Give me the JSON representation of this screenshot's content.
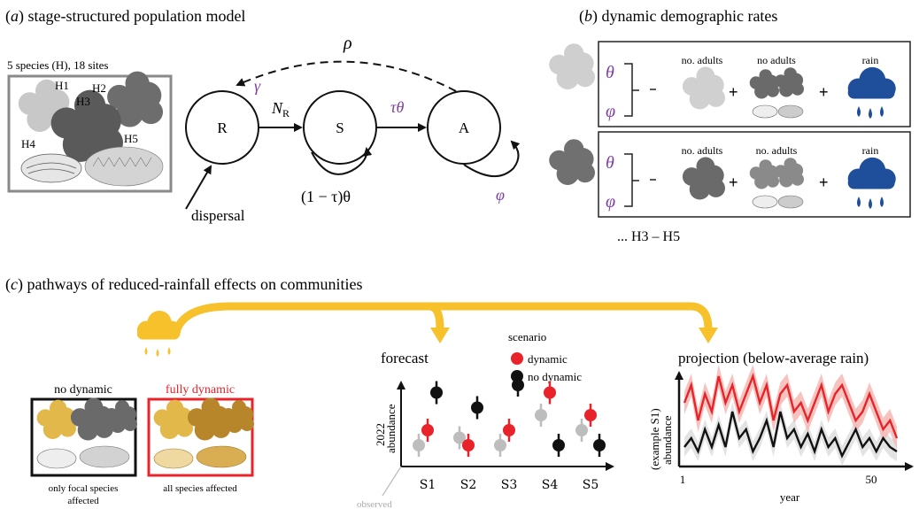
{
  "panel_a": {
    "title_letter": "a",
    "title_text": " stage-structured population model",
    "species_label": "5 species (H), 18 sites",
    "species_tags": [
      "H1",
      "H2",
      "H3",
      "H4",
      "H5"
    ],
    "states": [
      "R",
      "S",
      "A"
    ],
    "rho": "ρ",
    "gamma": "γ",
    "nr_main": "N",
    "nr_sub": "R",
    "tau_theta": "τθ",
    "one_minus_tau_theta": "(1 − τ)θ",
    "phi": "φ",
    "dispersal": "dispersal"
  },
  "panel_b": {
    "title_letter": "b",
    "title_text": " dynamic demographic rates",
    "rows": [
      {
        "theta": "θ",
        "phi": "φ",
        "col1": "no. adults",
        "col2": "no adults",
        "col3": "rain"
      },
      {
        "theta": "θ",
        "phi": "φ",
        "col1": "no. adults",
        "col2": "no. adults",
        "col3": "rain"
      }
    ],
    "plus": "+",
    "more": "... H3 – H5"
  },
  "panel_c": {
    "title_letter": "c",
    "title_text": " pathways of reduced-rainfall effects on communities",
    "no_dynamic_title": "no dynamic",
    "no_dynamic_caption1": "only focal species",
    "no_dynamic_caption2": "affected",
    "fully_dynamic_title": "fully dynamic",
    "fully_dynamic_caption": "all species affected",
    "forecast_title": "forecast",
    "scenario_title": "scenario",
    "legend_dynamic": "dynamic",
    "legend_no_dynamic": "no dynamic",
    "forecast_ylabel": "abundance",
    "forecast_year": "2022",
    "observed_label": "observed",
    "projection_title": "projection (below-average rain)",
    "projection_ylabel1": "abundance",
    "projection_ylabel2": "(example S1)",
    "projection_x_start": "1",
    "projection_x_end": "50",
    "projection_xlabel": "year"
  },
  "colors": {
    "purple": "#7B3FA0",
    "red": "#E8232A",
    "black": "#111111",
    "grey": "#BDBDBD",
    "gold": "#F6C12B",
    "rain_blue": "#1F4E9A"
  },
  "chart_data": [
    {
      "type": "scatter",
      "title": "forecast",
      "ylabel": "abundance 2022",
      "categories": [
        "S1",
        "S2",
        "S3",
        "S4",
        "S5"
      ],
      "series": [
        {
          "name": "observed",
          "values": [
            1.0,
            1.5,
            1.0,
            3.0,
            2.0
          ]
        },
        {
          "name": "dynamic",
          "values": [
            2.0,
            1.0,
            2.0,
            4.5,
            3.0
          ]
        },
        {
          "name": "no dynamic",
          "values": [
            4.5,
            3.5,
            5.0,
            1.0,
            1.0
          ]
        }
      ]
    },
    {
      "type": "line",
      "title": "projection (below-average rain)",
      "xlabel": "year",
      "ylabel": "abundance (example S1)",
      "xlim": [
        1,
        50
      ],
      "series": [
        {
          "name": "dynamic",
          "values": [
            7,
            9,
            5,
            8,
            6,
            10,
            7,
            9,
            6,
            8,
            10,
            7,
            9,
            5,
            8,
            9,
            6,
            7,
            5,
            7,
            9,
            6,
            8,
            9,
            7,
            5,
            6,
            8,
            6,
            4,
            5,
            3
          ]
        },
        {
          "name": "no dynamic",
          "values": [
            2,
            3,
            1.5,
            4,
            2,
            4.5,
            2,
            6,
            3,
            4,
            1.5,
            3,
            5,
            2,
            6,
            3,
            4,
            2,
            3.5,
            1.5,
            4,
            2,
            3,
            1,
            2.5,
            4,
            2,
            3,
            1.5,
            3,
            2,
            1.5
          ]
        }
      ]
    }
  ]
}
